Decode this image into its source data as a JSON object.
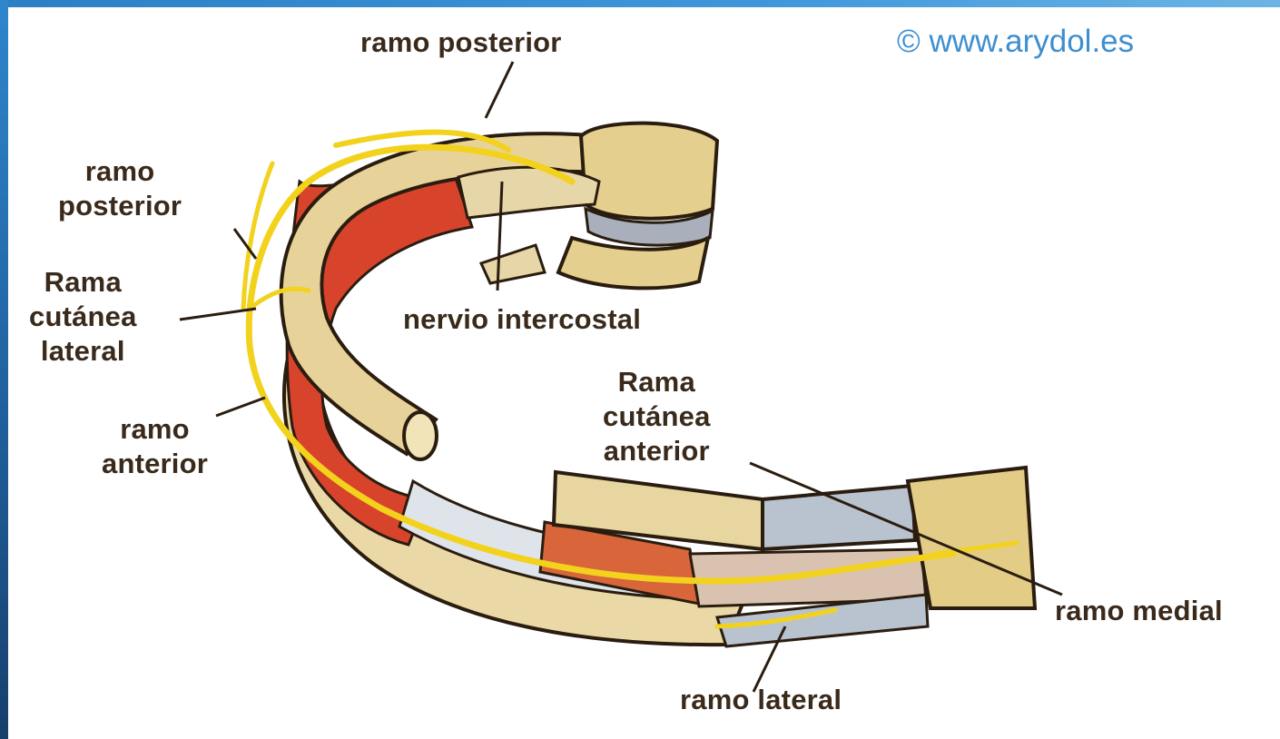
{
  "copyright": "© www.arydol.es",
  "labels": {
    "ramo_posterior_top": "ramo posterior",
    "ramo_posterior_left": "ramo\nposterior",
    "rama_cutanea_lateral": "Rama\ncutánea\nlateral",
    "nervio_intercostal": "nervio intercostal",
    "ramo_anterior": "ramo\nanterior",
    "rama_cutanea_anterior": "Rama\ncutánea\nanterior",
    "ramo_medial": "ramo medial",
    "ramo_lateral": "ramo lateral"
  },
  "colors": {
    "frame": "#2c7fc4",
    "label_text": "#3a2a1c",
    "copyright_text": "#3e8fd0",
    "bone": "#e7d39a",
    "muscle": "#d8432c",
    "nerve": "#f2d21c",
    "cartilage": "#b9c3d0",
    "sternum": "#e3cc86"
  }
}
